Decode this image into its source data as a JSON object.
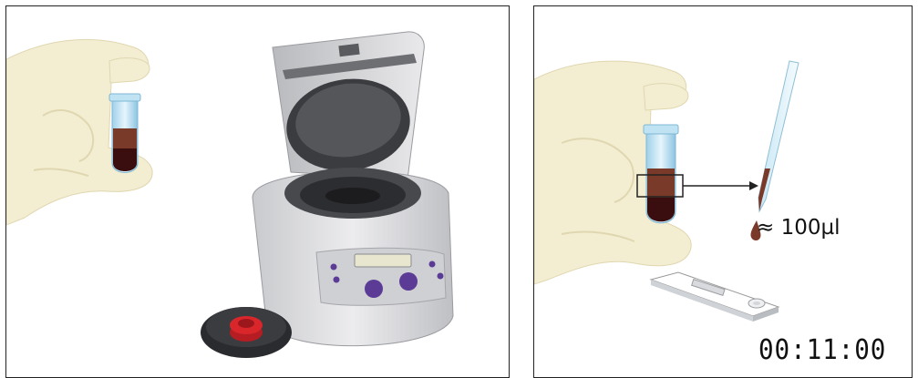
{
  "panels": {
    "left": {
      "step": "centrifuge-sample"
    },
    "right": {
      "volume_label": "≈ 100µl",
      "timer_label": "00:11:00"
    }
  },
  "colors": {
    "glove": "#f3eed2",
    "glove_shadow": "#e4dcb6",
    "blood_plasma": "#7a3a2a",
    "blood_cells": "#3a0d0e",
    "tube_blue": "#bfe3f3",
    "centrifuge_body": "#dcdde0",
    "centrifuge_button": "#5b3b96",
    "cap_red": "#d8262b"
  },
  "icons": [
    "gloved-hand-icon",
    "sample-tube-icon",
    "centrifuge-icon",
    "rotor-cover-icon",
    "pipette-icon",
    "droplet-icon",
    "test-cassette-icon",
    "arrow-icon"
  ]
}
